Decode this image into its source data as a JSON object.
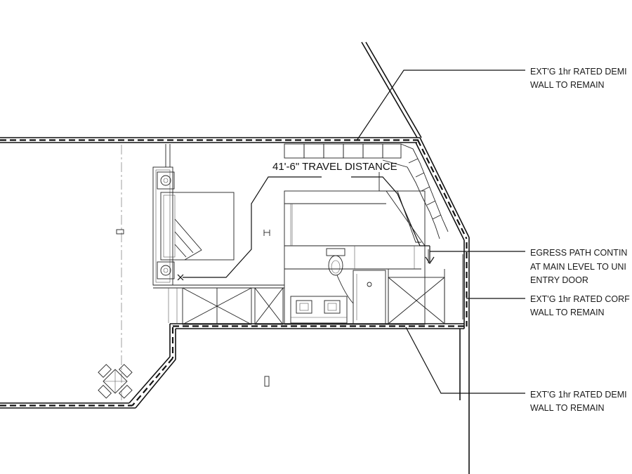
{
  "annotations": {
    "demising_wall_top": [
      "EXT'G 1hr RATED DEMI",
      "WALL TO REMAIN"
    ],
    "egress_path": [
      "EGRESS PATH CONTIN",
      "AT MAIN LEVEL TO UNI",
      "ENTRY DOOR"
    ],
    "corridor_wall": [
      "EXT'G 1hr RATED CORF",
      "WALL TO REMAIN"
    ],
    "demising_wall_bottom": [
      "EXT'G 1hr RATED DEMI",
      "WALL TO REMAIN"
    ]
  },
  "travel_distance_label": "41'-6\" TRAVEL DISTANCE",
  "colors": {
    "ink": "#111111",
    "background": "#ffffff"
  }
}
